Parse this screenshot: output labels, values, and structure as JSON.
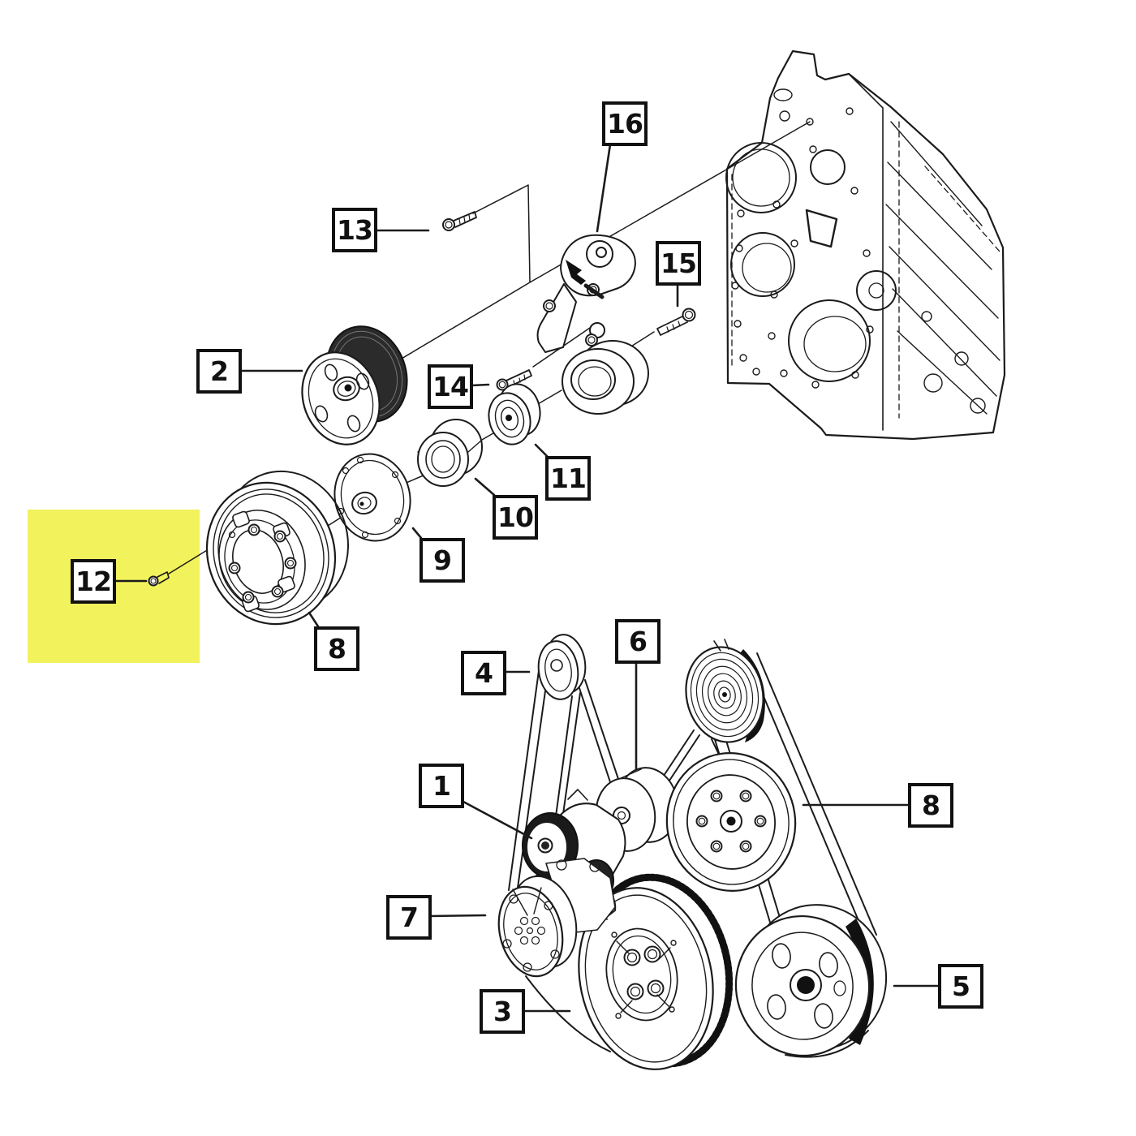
{
  "diagram": {
    "type": "exploded-parts-diagram",
    "background": "#ffffff",
    "line_color": "#1b1b1b",
    "highlight": {
      "color": "#F2F25C",
      "highlighted_callout": "12"
    },
    "callouts": [
      {
        "id": "callout-1",
        "label": "1"
      },
      {
        "id": "callout-2",
        "label": "2"
      },
      {
        "id": "callout-3",
        "label": "3"
      },
      {
        "id": "callout-4",
        "label": "4"
      },
      {
        "id": "callout-5",
        "label": "5"
      },
      {
        "id": "callout-6",
        "label": "6"
      },
      {
        "id": "callout-7",
        "label": "7"
      },
      {
        "id": "callout-8-belt",
        "label": "8"
      },
      {
        "id": "callout-8-exploded",
        "label": "8"
      },
      {
        "id": "callout-9",
        "label": "9"
      },
      {
        "id": "callout-10",
        "label": "10"
      },
      {
        "id": "callout-11",
        "label": "11"
      },
      {
        "id": "callout-12",
        "label": "12"
      },
      {
        "id": "callout-13",
        "label": "13"
      },
      {
        "id": "callout-14",
        "label": "14"
      },
      {
        "id": "callout-15",
        "label": "15"
      },
      {
        "id": "callout-16",
        "label": "16"
      }
    ]
  }
}
